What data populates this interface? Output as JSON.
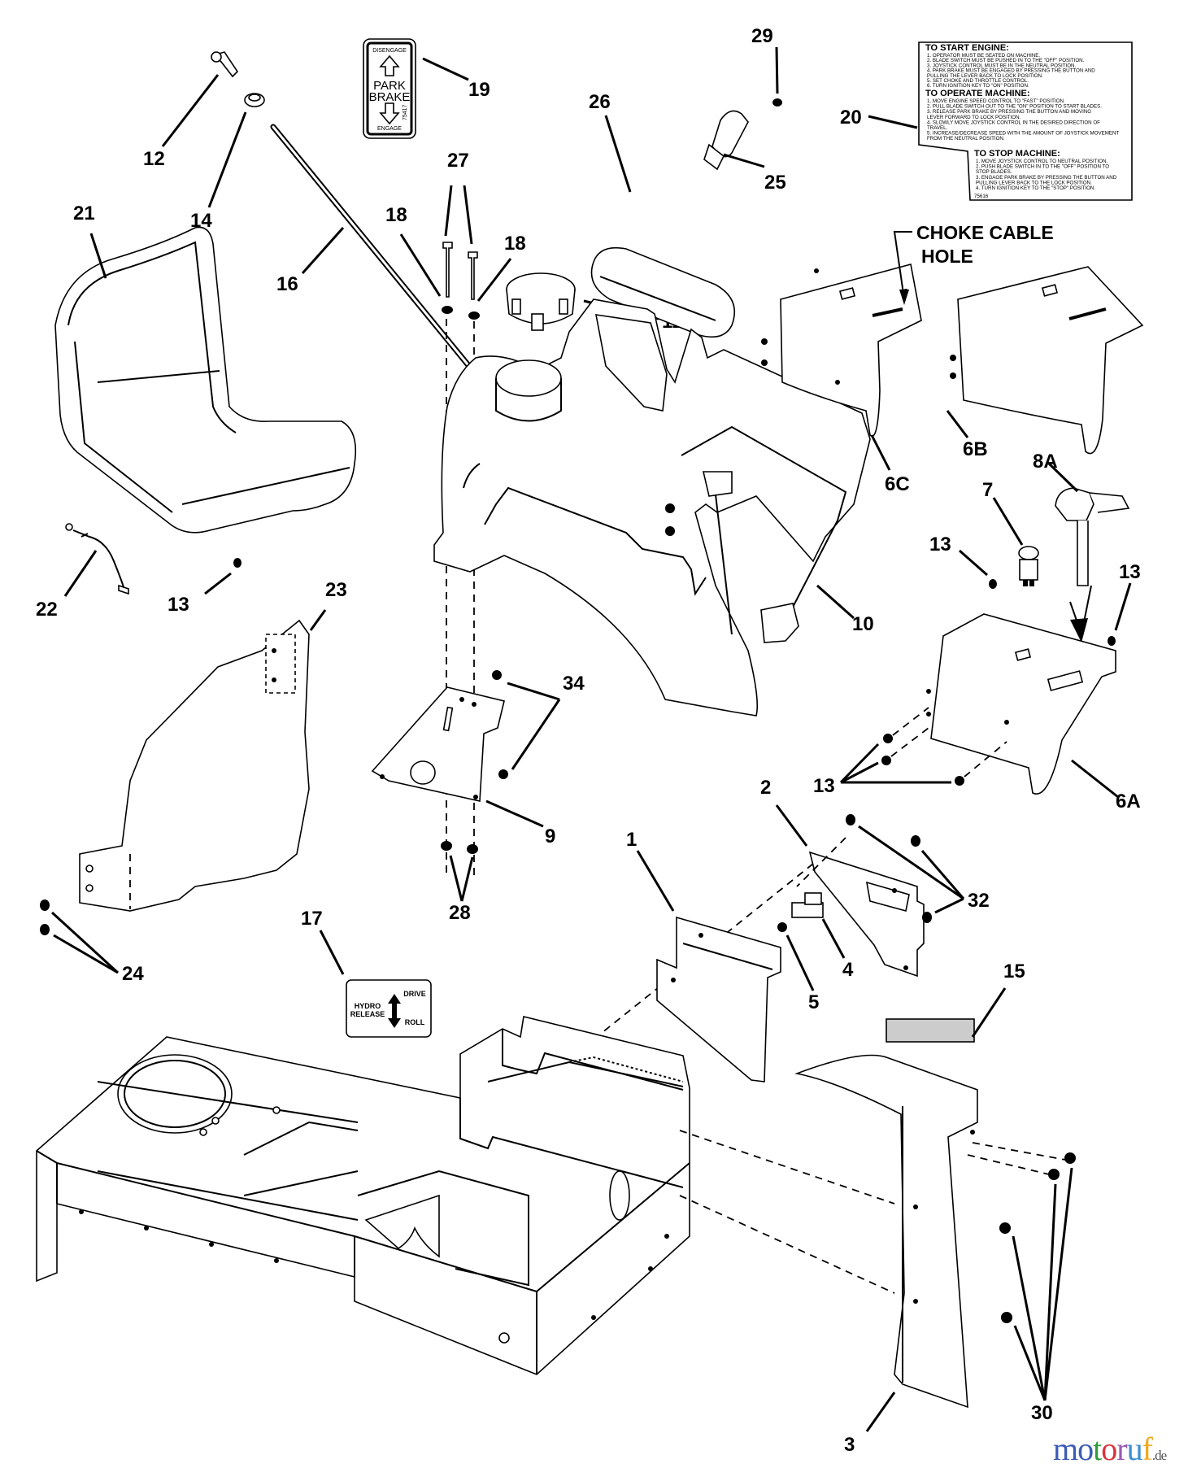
{
  "diagram": {
    "type": "exploded-parts-diagram",
    "callouts": [
      "1",
      "2",
      "3",
      "4",
      "5",
      "6A",
      "6B",
      "6C",
      "7",
      "8A",
      "9",
      "10",
      "11",
      "12",
      "13",
      "14",
      "15",
      "16",
      "17",
      "18",
      "19",
      "20",
      "21",
      "22",
      "23",
      "24",
      "25",
      "26",
      "27",
      "28",
      "29",
      "30",
      "32",
      "34"
    ],
    "annotation": {
      "line1": "CHOKE CABLE",
      "line2": "HOLE"
    },
    "labels": {
      "l1": "1",
      "l2": "2",
      "l3": "3",
      "l4": "4",
      "l5": "5",
      "l6a": "6A",
      "l6b": "6B",
      "l6c": "6C",
      "l7": "7",
      "l8a": "8A",
      "l9": "9",
      "l10": "10",
      "l11": "11",
      "l12": "12",
      "l13a": "13",
      "l13b": "13",
      "l13c": "13",
      "l13d": "13",
      "l14": "14",
      "l15": "15",
      "l16": "16",
      "l17": "17",
      "l18a": "18",
      "l18b": "18",
      "l19": "19",
      "l20": "20",
      "l21": "21",
      "l22": "22",
      "l23": "23",
      "l24": "24",
      "l25": "25",
      "l26": "26",
      "l27": "27",
      "l28": "28",
      "l29": "29",
      "l30": "30",
      "l32": "32",
      "l34": "34"
    }
  },
  "decals": {
    "park_brake": {
      "top": "DISENGAGE",
      "line1": "PARK",
      "line2": "BRAKE",
      "bottom": "ENGAGE",
      "code": "75417"
    },
    "hydro": {
      "line1": "HYDRO",
      "line2": "RELEASE",
      "drive": "DRIVE",
      "roll": "ROLL"
    },
    "instructions": {
      "start_title": "TO START ENGINE:",
      "start": [
        "1. OPERATOR MUST BE SEATED ON MACHINE.",
        "2. BLADE SWITCH MUST BE PUSHED IN TO THE \"OFF\" POSITION.",
        "3. JOYSTICK CONTROL MUST BE IN THE NEUTRAL POSITION.",
        "4. PARK BRAKE MUST BE ENGAGED BY PRESSING THE BUTTON AND",
        "   PULLING THE LEVER BACK TO LOCK POSITION.",
        "5. SET CHOKE AND THROTTLE CONTROL.",
        "6. TURN IGNITION KEY TO \"ON\" POSITION."
      ],
      "operate_title": "TO OPERATE MACHINE:",
      "operate": [
        "1. MOVE ENGINE SPEED CONTROL TO \"FAST\" POSITION.",
        "2. PULL BLADE SWITCH OUT TO THE \"ON\" POSITION TO START BLADES.",
        "3. RELEASE PARK BRAKE BY PRESSING THE BUTTON AND MOVING",
        "   LEVER FORWARD TO LOCK POSITION.",
        "4. SLOWLY MOVE JOYSTICK CONTROL IN THE DESIRED DIRECTION OF",
        "   TRAVEL.",
        "5. INCREASE/DECREASE SPEED WITH THE AMOUNT OF JOYSTICK MOVEMENT",
        "   FROM THE NEUTRAL POSITION."
      ],
      "stop_title": "TO STOP MACHINE:",
      "stop": [
        "1. MOVE JOYSTICK CONTROL TO NEUTRAL POSITION.",
        "2. PUSH BLADE SWITCH IN TO THE \"OFF\" POSITION TO",
        "   STOP BLADES.",
        "3. ENGAGE PARK BRAKE BY PRESSING THE BUTTON AND",
        "   PULLING LEVER BACK TO THE LOCK POSITION.",
        "4. TURN IGNITION KEY TO THE \"STOP\" POSITION."
      ],
      "code": "75616"
    }
  },
  "watermark": {
    "text": "motoruf",
    "suffix": ".de",
    "colors": [
      "#3b5bb5",
      "#3b5bb5",
      "#2e9e3a",
      "#d8343a",
      "#9b59b6",
      "#3b8fd1",
      "#f2a81d"
    ]
  }
}
